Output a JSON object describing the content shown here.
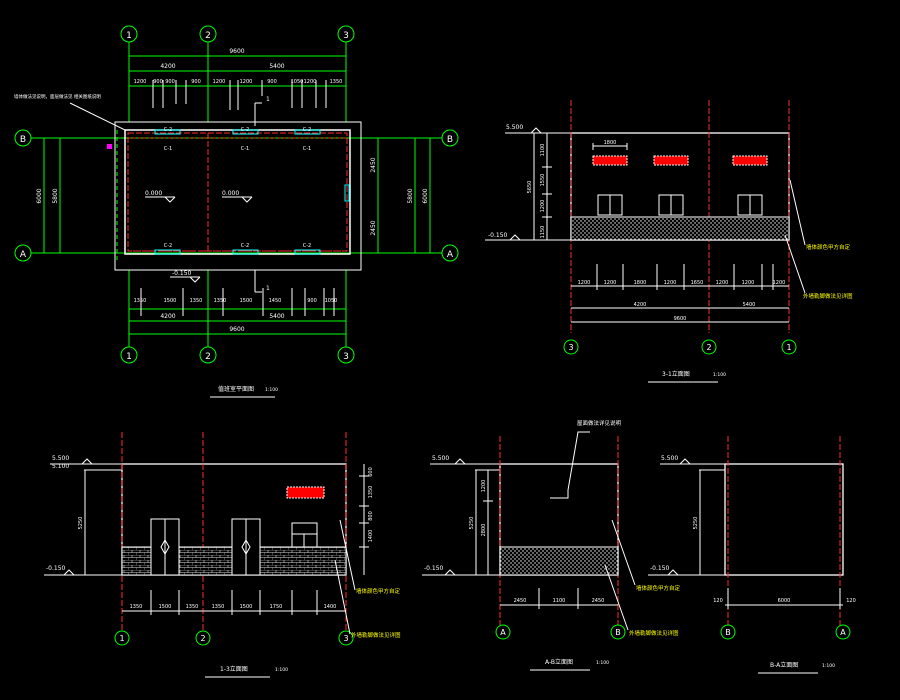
{
  "colors": {
    "background": "#000000",
    "wall": "#ffffff",
    "dimension": "#00ff00",
    "axis": "#ff2a2a",
    "vent": "#ff0000",
    "note": "#ffff00",
    "marker": "#ff00ff"
  },
  "grid_labels": {
    "g1": "1",
    "g2": "2",
    "g3": "3",
    "gA": "A",
    "gB": "B"
  },
  "plan": {
    "title": "值班室平面图",
    "scale": "1:100",
    "top_total": "9600",
    "top_span_left": "4200",
    "top_span_right": "5400",
    "top_segments": [
      "1200",
      "900",
      "900",
      "900",
      "1200",
      "1200",
      "900",
      "1050",
      "1200",
      "1350"
    ],
    "bottom_total": "9600",
    "bottom_span_left": "4200",
    "bottom_span_right": "5400",
    "bottom_segments": [
      "1350",
      "1500",
      "1350",
      "1350",
      "1500",
      "1450",
      "900",
      "1050"
    ],
    "left_total": "6000",
    "left_inner": "5800",
    "right_total": "6000",
    "right_inner": "5800",
    "right_segments": [
      "2450",
      "2450"
    ],
    "window_labels_top": [
      "C-2",
      "C-2",
      "C-2"
    ],
    "window_labels_inner": [
      "C-1",
      "C-1",
      "C-1"
    ],
    "window_labels_bottom": [
      "C-2",
      "C-2",
      "C-2"
    ],
    "level_room1": "0.000",
    "level_room2": "0.000",
    "level_outside": "-0.150",
    "note_left": "墙体做法见说明，面层做法见 相关图纸说明",
    "callout_1": "1",
    "callout_2": "1"
  },
  "elev31": {
    "title": "3-1立面图",
    "scale": "1:100",
    "level_top": "5.500",
    "level_bottom": "-0.150",
    "vertical_dims": [
      "1100",
      "1550",
      "1200",
      "1150"
    ],
    "vertical_total": "5650",
    "louver_width": "1800",
    "bottom_segments": [
      "1200",
      "1200",
      "1800",
      "1200",
      "1650",
      "1200",
      "1200",
      "1200"
    ],
    "bottom_span_left": "4200",
    "bottom_span_right": "5400",
    "bottom_total": "9600",
    "grid_left": "3",
    "grid_mid": "2",
    "grid_right": "1",
    "note_wall": "墙体颜色甲方自定",
    "note_base": "外墙勒脚做法见详图"
  },
  "elev13": {
    "title": "1-3立面图",
    "scale": "1:100",
    "level_top": "5.500",
    "level_top2": "5.100",
    "level_bottom": "-0.150",
    "vertical_total": "5250",
    "right_dims": [
      "600",
      "1350",
      "800",
      "1400"
    ],
    "bottom_segments": [
      "1350",
      "1500",
      "1350",
      "1350",
      "1500",
      "1750",
      "1400"
    ],
    "grid_1": "1",
    "grid_2": "2",
    "grid_3": "3",
    "note_wall": "墙体颜色甲方自定",
    "note_base": "外墙勒脚做法见详图"
  },
  "elevAB": {
    "title": "A-B立面图",
    "scale": "1:100",
    "level_top": "5.500",
    "level_bottom": "-0.150",
    "vertical_total": "5250",
    "vertical_dims": [
      "1200",
      "2800"
    ],
    "bottom_segments": [
      "2450",
      "1100",
      "2450"
    ],
    "grid_left": "A",
    "grid_right": "B",
    "note_roof": "屋面做法详见说明",
    "note_wall": "墙体颜色甲方自定",
    "note_base": "外墙勒脚做法见详图"
  },
  "elevBA": {
    "title": "B-A立面图",
    "scale": "1:100",
    "level_top": "5.500",
    "level_bottom": "-0.150",
    "vertical_total": "5250",
    "bottom_segments": [
      "120",
      "6000",
      "120"
    ],
    "grid_left": "B",
    "grid_right": "A"
  }
}
